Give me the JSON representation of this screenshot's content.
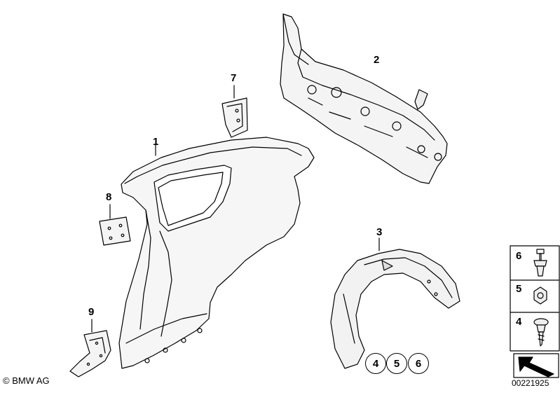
{
  "callouts": {
    "c1": "1",
    "c2": "2",
    "c3": "3",
    "c7": "7",
    "c8": "8",
    "c9": "9"
  },
  "sidebar": {
    "items": [
      {
        "label": "6",
        "icon": "screw-clip-icon"
      },
      {
        "label": "5",
        "icon": "hex-nut-icon"
      },
      {
        "label": "4",
        "icon": "collar-screw-icon"
      }
    ]
  },
  "kit_circles": [
    "4",
    "5",
    "6"
  ],
  "footer": {
    "copyright": "© BMW AG",
    "doc_number": "00221925"
  }
}
